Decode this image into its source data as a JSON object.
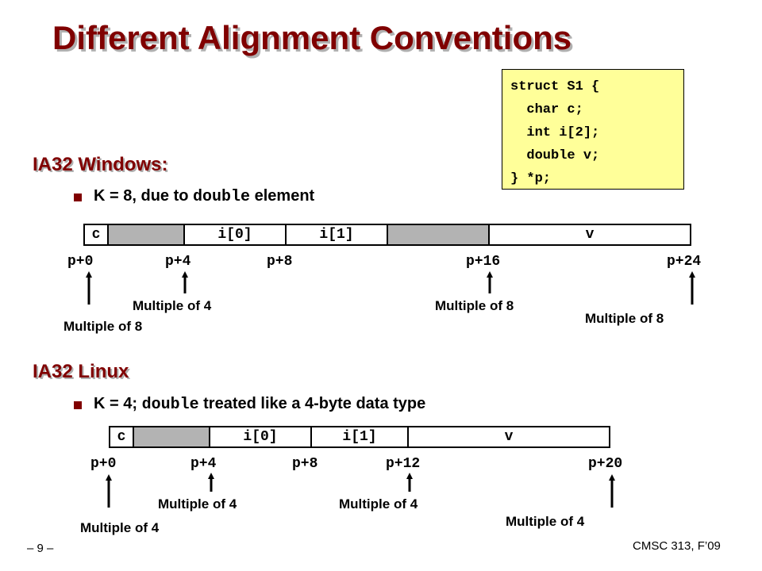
{
  "title": "Different Alignment Conventions",
  "code": [
    "struct S1 {",
    "  char c;",
    "  int i[2];",
    "  double v;",
    "} *p;"
  ],
  "windows": {
    "heading": "IA32 Windows:",
    "bullet_pre": "K = 8, due to ",
    "bullet_code": "double",
    "bullet_post": " element",
    "cells": [
      "c",
      "",
      "i[0]",
      "i[1]",
      "",
      "v"
    ],
    "offsets": [
      "p+0",
      "p+4",
      "p+8",
      "p+16",
      "p+24"
    ],
    "notes": [
      "Multiple of 8",
      "Multiple of 4",
      "Multiple of 8",
      "Multiple of 8"
    ]
  },
  "linux": {
    "heading": "IA32 Linux",
    "bullet_pre": "K = 4; ",
    "bullet_code": "double",
    "bullet_post": " treated like a 4-byte data type",
    "cells": [
      "c",
      "",
      "i[0]",
      "i[1]",
      "v"
    ],
    "offsets": [
      "p+0",
      "p+4",
      "p+8",
      "p+12",
      "p+20"
    ],
    "notes": [
      "Multiple of 4",
      "Multiple of 4",
      "Multiple of 4",
      "Multiple of 4"
    ]
  },
  "footer": {
    "page": "– 9 –",
    "course": "CMSC 313, F’09"
  },
  "colors": {
    "title": "#800000",
    "padding": "#b3b3b3",
    "code_bg": "#ffff99"
  }
}
